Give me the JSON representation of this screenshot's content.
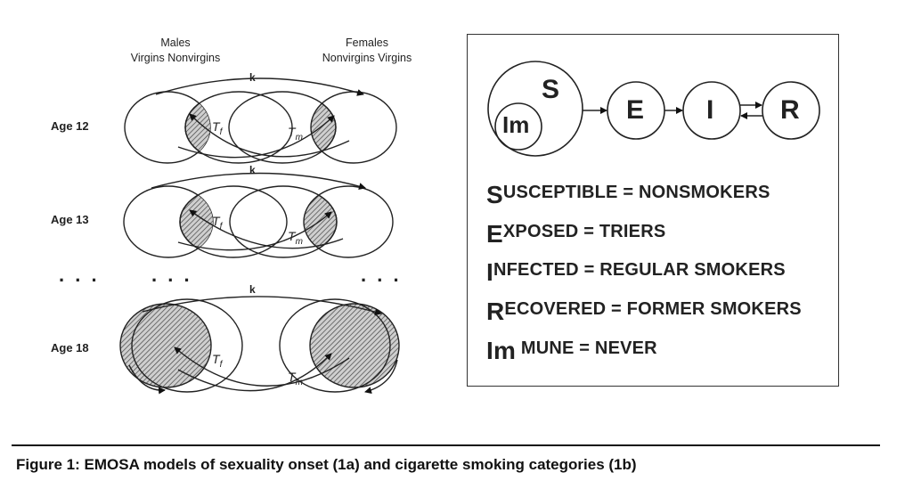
{
  "left_panel": {
    "header_males": "Males",
    "header_males_sub": "Virgins  Nonvirgins",
    "header_females": "Females",
    "header_females_sub": "Nonvirgins  Virgins",
    "ages": [
      "Age 12",
      "Age 13",
      "Age 18"
    ],
    "ellipsis": ". . .",
    "k_label": "k",
    "rate_female": "T",
    "rate_female_sub": "f",
    "rate_male": "T",
    "rate_male_sub": "m"
  },
  "right_panel": {
    "nodes": {
      "s": "S",
      "im": "Im",
      "e": "E",
      "i": "I",
      "r": "R"
    },
    "definitions": [
      {
        "lead": "S",
        "rest": "USCEPTIBLE = NONSMOKERS"
      },
      {
        "lead": "E",
        "rest": "XPOSED = TRIERS"
      },
      {
        "lead": "I",
        "rest": "NFECTED = REGULAR SMOKERS"
      },
      {
        "lead": "R",
        "rest": "ECOVERED = FORMER SMOKERS"
      },
      {
        "lead": "Im",
        "rest": "MUNE = NEVER"
      }
    ]
  },
  "caption": "Figure 1:  EMOSA models of sexuality onset (1a) and cigarette smoking categories (1b)"
}
